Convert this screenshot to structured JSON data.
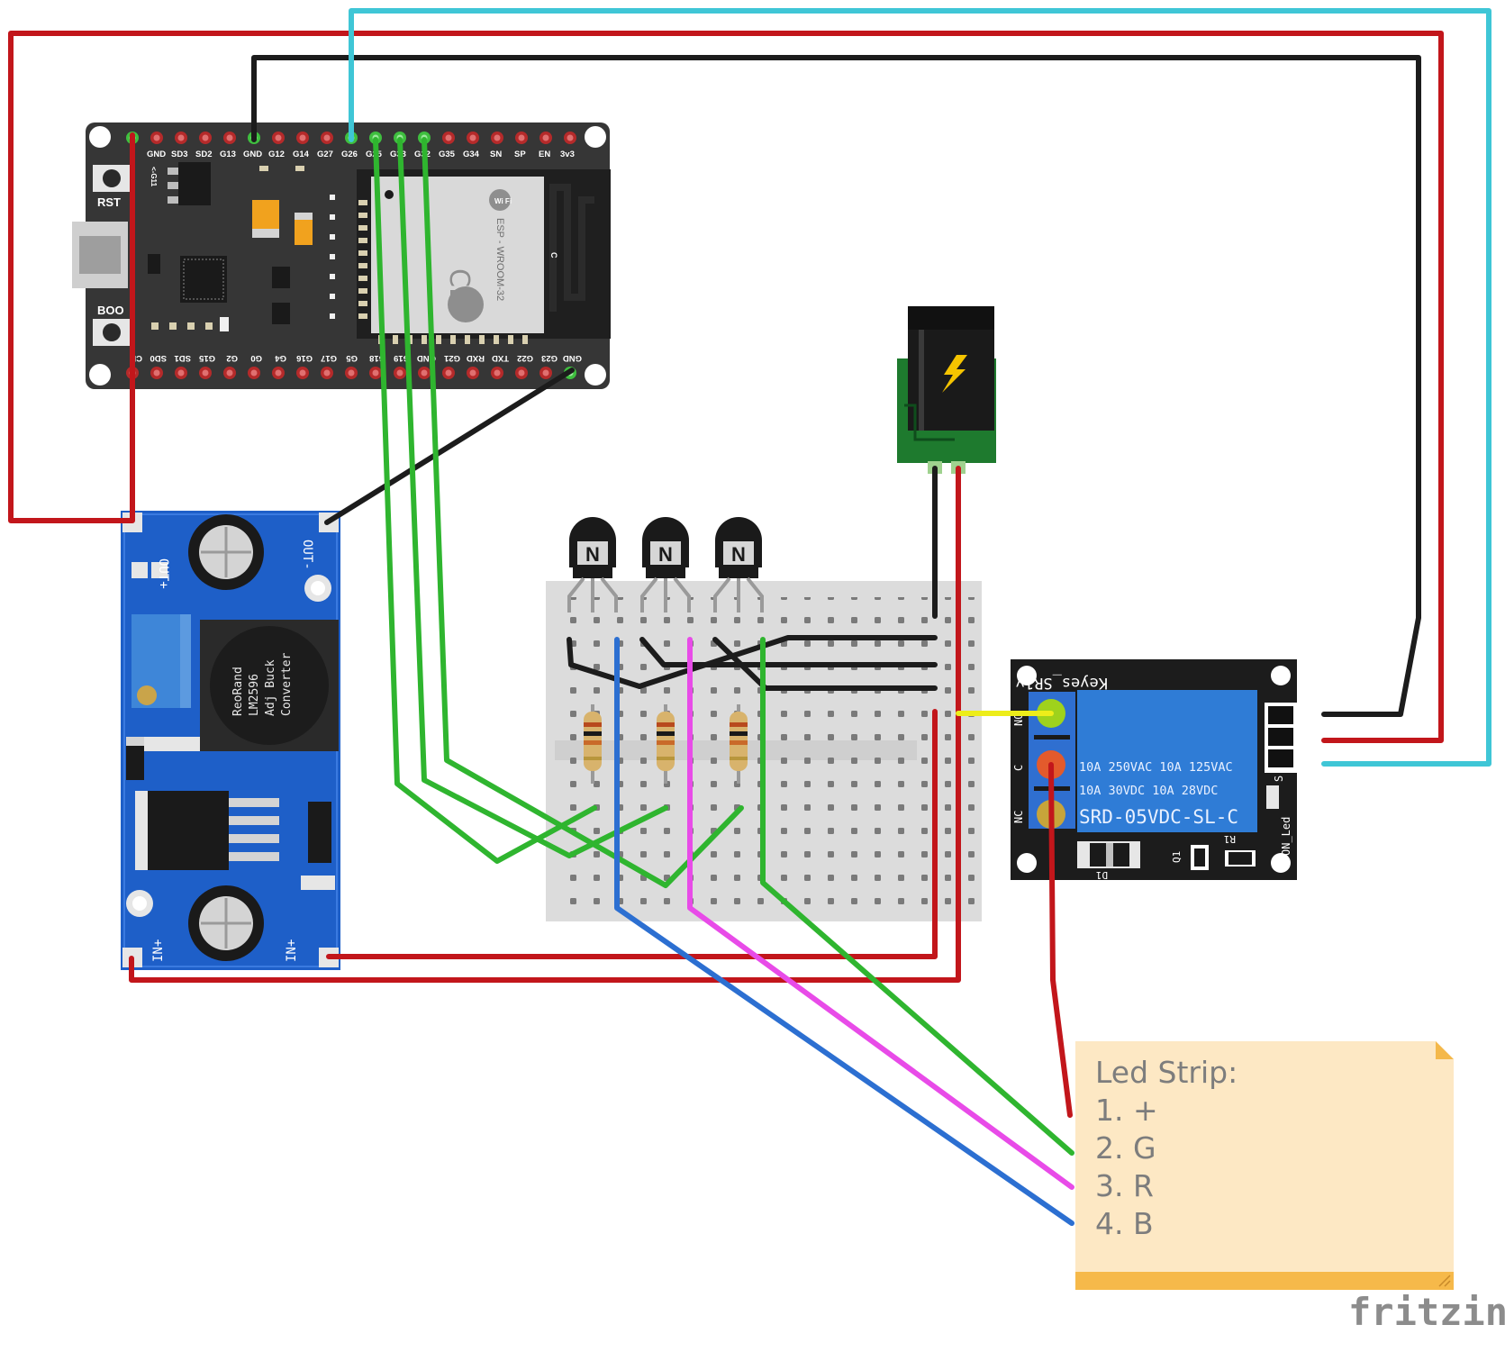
{
  "esp32": {
    "top_pins": [
      "GND",
      "SD3",
      "SD2",
      "G13",
      "GND",
      "G12",
      "G14",
      "G27",
      "G26",
      "G25",
      "G33",
      "G32",
      "G35",
      "G34",
      "SN",
      "SP",
      "EN",
      "3v3"
    ],
    "bottom_pins": [
      "CK",
      "SD0",
      "SD1",
      "G15",
      "G2",
      "G0",
      "G4",
      "G16",
      "G17",
      "G5",
      "G18",
      "G19",
      "GND",
      "G21",
      "RXD",
      "TXD",
      "G22",
      "G23",
      "GND"
    ],
    "rst_label": "RST",
    "boot_label": "BOO",
    "g11_label": "<-G11",
    "module_label": "ESP - WROOM-32",
    "wifi_label": "Wi Fi",
    "ce_label": "CE",
    "antenna_label": "C"
  },
  "buck": {
    "out_plus": "OUT+",
    "out_minus": "OUT-",
    "in_plus_left": "IN+",
    "in_plus_right": "IN+",
    "chip_lines": [
      "ReoRand",
      "LM2596",
      "Adj Buck",
      "Converter"
    ]
  },
  "transistors": [
    "N",
    "N",
    "N"
  ],
  "relay": {
    "brand": "Keyes_SR1y",
    "terminals": [
      "NO",
      "C",
      "NC"
    ],
    "spec_lines": [
      "10A 250VAC  10A 125VAC",
      "10A  30VDC  10A  28VDC"
    ],
    "model": "SRD-05VDC-SL-C",
    "pin_s": "S",
    "on_led": "ON_Led",
    "diode": "D1",
    "q1": "Q1",
    "r1": "R1"
  },
  "note": {
    "title": "Led Strip:",
    "items": [
      "1. +",
      "2. G",
      "3. R",
      "4. B"
    ]
  },
  "watermark": "fritzing",
  "colors": {
    "red_wire": "#c2161b",
    "black_wire": "#1c1c1c",
    "green_wire": "#2fb52f",
    "cyan_wire": "#3fc6d6",
    "blue_wire": "#2c6fd1",
    "magenta_wire": "#e84be8",
    "yellow_wire": "#eded1a",
    "esp_board": "#363636",
    "buck_board": "#1e5fc8",
    "relay_board": "#1c1c1c",
    "note_bg": "#fde8c4"
  }
}
